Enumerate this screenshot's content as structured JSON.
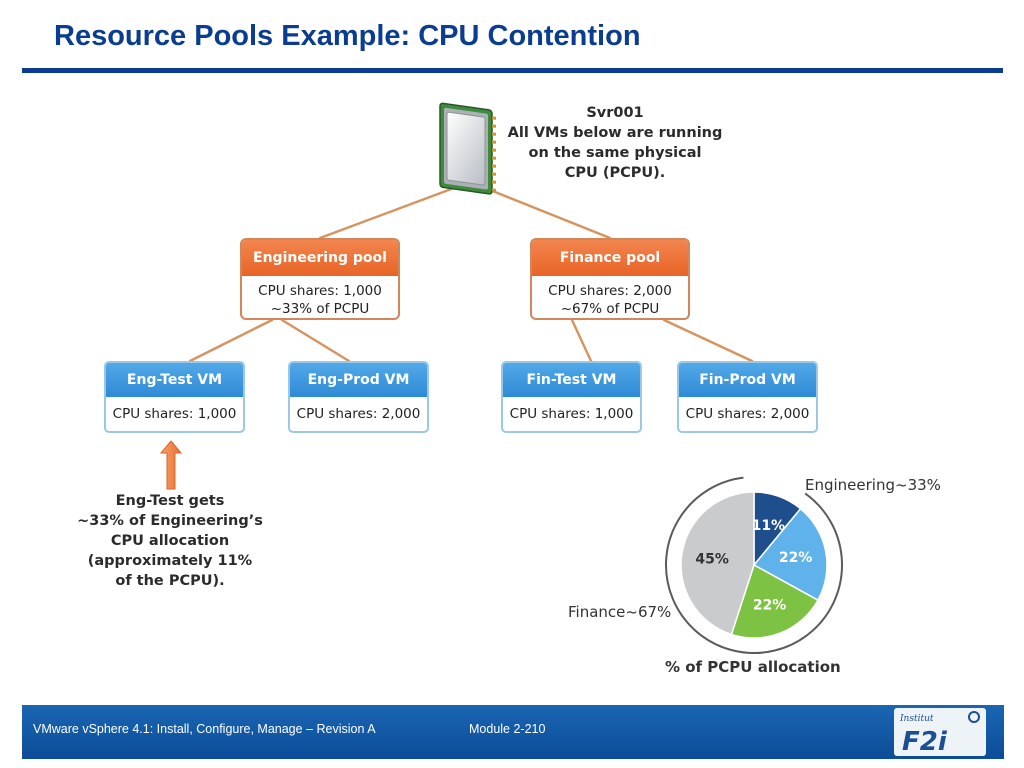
{
  "slide": {
    "title": "Resource Pools Example: CPU Contention"
  },
  "server": {
    "name": "Svr001",
    "description_lines": [
      "All VMs below are running",
      "on the same physical",
      "CPU (PCPU)."
    ]
  },
  "pools": [
    {
      "name": "Engineering pool",
      "shares": "CPU shares: 1,000",
      "percent": "~33% of PCPU"
    },
    {
      "name": "Finance pool",
      "shares": "CPU shares: 2,000",
      "percent": "~67% of PCPU"
    }
  ],
  "vms": [
    {
      "name": "Eng-Test VM",
      "shares": "CPU shares: 1,000"
    },
    {
      "name": "Eng-Prod VM",
      "shares": "CPU shares: 2,000"
    },
    {
      "name": "Fin-Test VM",
      "shares": "CPU shares: 1,000"
    },
    {
      "name": "Fin-Prod VM",
      "shares": "CPU shares: 2,000"
    }
  ],
  "note": {
    "lines": [
      "Eng-Test gets",
      "~33% of Engineering’s",
      "CPU allocation",
      "(approximately 11%",
      "of the PCPU)."
    ]
  },
  "chart_data": {
    "type": "pie",
    "title": "% of PCPU allocation",
    "slices": [
      {
        "label": "11%",
        "value": 11,
        "color": "#1f4e8c"
      },
      {
        "label": "22%",
        "value": 22,
        "color": "#5fb3ea"
      },
      {
        "label": "22%",
        "value": 22,
        "color": "#7dc242"
      },
      {
        "label": "45%",
        "value": 45,
        "color": "#c9cbcd"
      }
    ],
    "group_labels": [
      {
        "label": "Engineering~33%"
      },
      {
        "label": "Finance~67%"
      }
    ]
  },
  "footer": {
    "course": "VMware vSphere 4.1: Install, Configure, Manage – Revision A",
    "module": "Module 2-210",
    "logo_text": "F2i",
    "logo_subtext": "Institut"
  },
  "colors": {
    "title_blue": "#0a3d91",
    "connector": "#d7935e",
    "pool_orange": "#ec6b2d",
    "vm_blue": "#3a95dc"
  }
}
